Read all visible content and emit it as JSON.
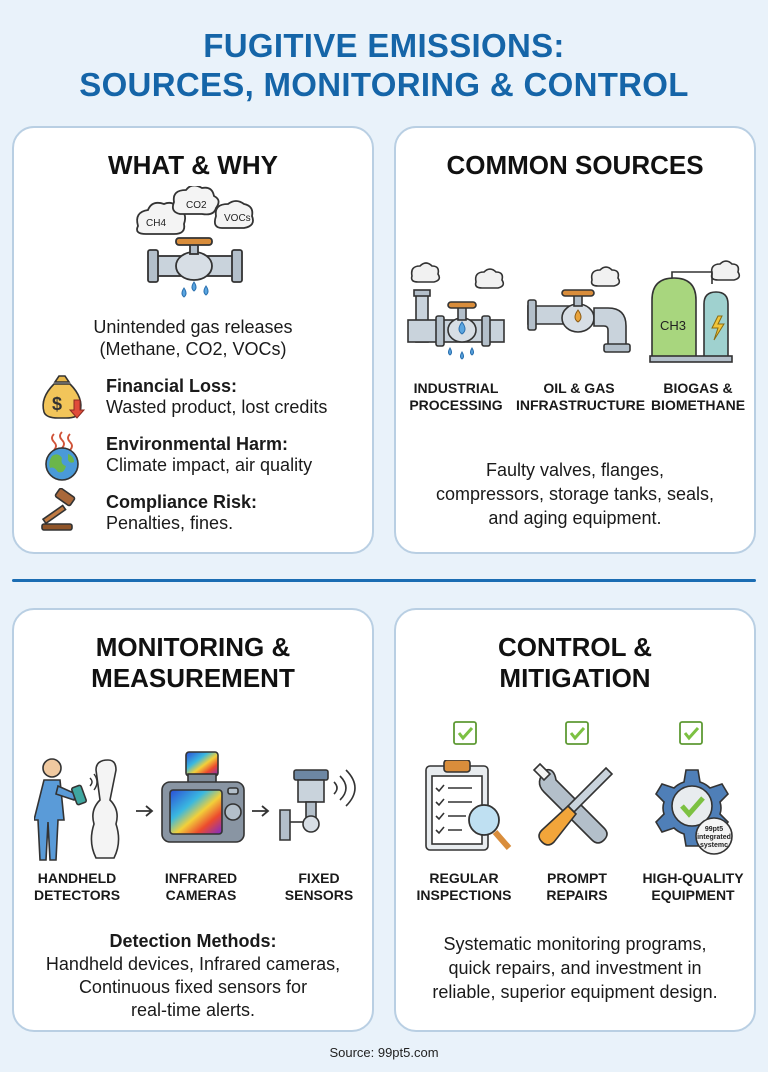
{
  "title": {
    "line1": "FUGITIVE EMISSIONS:",
    "line2": "SOURCES, MONITORING & CONTROL"
  },
  "what_why": {
    "title": "WHAT & WHY",
    "gas_labels": [
      "CH4",
      "CO2",
      "VOCs"
    ],
    "description_line1": "Unintended gas releases",
    "description_line2": "(Methane, CO2, VOCs)",
    "risks": [
      {
        "heading": "Financial Loss:",
        "detail": "Wasted product, lost credits",
        "icon": "money-bag-icon"
      },
      {
        "heading": "Environmental Harm:",
        "detail": "Climate impact, air quality",
        "icon": "earth-heat-icon"
      },
      {
        "heading": "Compliance Risk:",
        "detail": "Penalties, fines.",
        "icon": "gavel-icon"
      }
    ]
  },
  "common_sources": {
    "title": "COMMON SOURCES",
    "sources": [
      {
        "line1": "INDUSTRIAL",
        "line2": "PROCESSING",
        "icon": "industrial-pipe-icon"
      },
      {
        "line1": "OIL & GAS",
        "line2": "INFRASTRUCTURE",
        "icon": "oil-gas-pipe-icon"
      },
      {
        "line1": "BIOGAS &",
        "line2": "BIOMETHANE",
        "icon": "biogas-tank-icon"
      }
    ],
    "tank_label": "CH3",
    "description_line1": "Faulty valves, flanges,",
    "description_line2": "compressors, storage tanks, seals,",
    "description_line3": "and aging equipment."
  },
  "monitoring": {
    "title_line1": "MONITORING &",
    "title_line2": "MEASUREMENT",
    "methods": [
      {
        "line1": "HANDHELD",
        "line2": "DETECTORS",
        "icon": "handheld-detector-icon"
      },
      {
        "line1": "INFRARED",
        "line2": "CAMERAS",
        "icon": "infrared-camera-icon"
      },
      {
        "line1": "FIXED",
        "line2": "SENSORS",
        "icon": "fixed-sensor-icon"
      }
    ],
    "description_heading": "Detection Methods:",
    "description_line1": "Handheld devices, Infrared cameras,",
    "description_line2": "Continuous fixed sensors for",
    "description_line3": "real-time alerts."
  },
  "control": {
    "title_line1": "CONTROL &",
    "title_line2": "MITIGATION",
    "actions": [
      {
        "line1": "REGULAR",
        "line2": "INSPECTIONS",
        "icon": "clipboard-inspection-icon"
      },
      {
        "line1": "PROMPT",
        "line2": "REPAIRS",
        "icon": "tools-repair-icon"
      },
      {
        "line1": "HIGH-QUALITY",
        "line2": "EQUIPMENT",
        "icon": "gear-quality-icon"
      }
    ],
    "gear_label_line1": "99pt5",
    "gear_label_line2": "integrated",
    "gear_label_line3": "systemc",
    "description_line1": "Systematic monitoring programs,",
    "description_line2": "quick repairs, and investment in",
    "description_line3": "reliable, superior equipment design."
  },
  "source": "Source: 99pt5.com",
  "colors": {
    "title": "#1565a8",
    "card_border": "#b9cfe3",
    "background": "#e9f2fa",
    "check": "#7cc142",
    "divider": "#1b6db3"
  }
}
